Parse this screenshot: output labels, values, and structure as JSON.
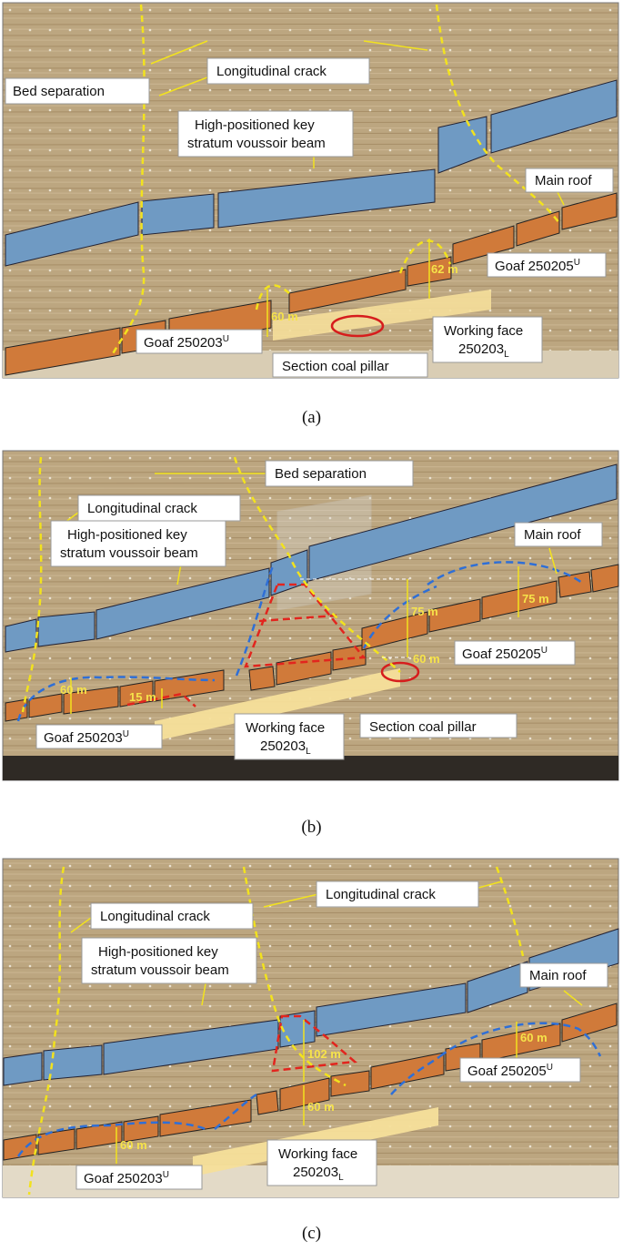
{
  "panels": [
    {
      "caption": "(a)",
      "labels": {
        "bed_separation": "Bed separation",
        "longitudinal_crack": "Longitudinal crack",
        "key_stratum_l1": "High-positioned key",
        "key_stratum_l2": "stratum voussoir beam",
        "main_roof": "Main roof",
        "goaf_205": "Goaf 250205",
        "goaf_205_sup": "U",
        "goaf_203": "Goaf 250203",
        "goaf_203_sup": "U",
        "working_face_l1": "Working face",
        "working_face_l2": "250203",
        "working_face_sub": "L",
        "section_coal_pillar": "Section coal pillar"
      },
      "values": {
        "h1": "62 m",
        "h2": "60 m"
      }
    },
    {
      "caption": "(b)",
      "labels": {
        "bed_separation": "Bed separation",
        "longitudinal_crack": "Longitudinal crack",
        "key_stratum_l1": "High-positioned key",
        "key_stratum_l2": "stratum voussoir beam",
        "main_roof": "Main roof",
        "goaf_205": "Goaf 250205",
        "goaf_205_sup": "U",
        "goaf_203": "Goaf 250203",
        "goaf_203_sup": "U",
        "working_face_l1": "Working face",
        "working_face_l2": "250203",
        "working_face_sub": "L",
        "section_coal_pillar": "Section coal pillar"
      },
      "values": {
        "h_left": "60 m",
        "h_small": "15 m",
        "h_mid": "75 m",
        "h_right": "75 m",
        "h_pillar": "60 m"
      }
    },
    {
      "caption": "(c)",
      "labels": {
        "longitudinal_crack_left": "Longitudinal crack",
        "longitudinal_crack_right": "Longitudinal crack",
        "key_stratum_l1": "High-positioned key",
        "key_stratum_l2": "stratum voussoir beam",
        "main_roof": "Main roof",
        "goaf_205": "Goaf 250205",
        "goaf_205_sup": "U",
        "goaf_203": "Goaf 250203",
        "goaf_203_sup": "U",
        "working_face_l1": "Working face",
        "working_face_l2": "250203",
        "working_face_sub": "L"
      },
      "values": {
        "h_top": "102 m",
        "h_mid": "60 m",
        "h_right": "60 m",
        "h_left": "60 m"
      }
    }
  ],
  "colors": {
    "rock": "#b9a27e",
    "key_stratum": "#6f9ac3",
    "main_roof": "#d07a3a",
    "coal_pillar": "#f5df9a",
    "crack": "#f2e21e",
    "caving_blue": "#2f6fd6",
    "caving_red": "#e2251e",
    "pillar_mark": "#d61d1d"
  }
}
